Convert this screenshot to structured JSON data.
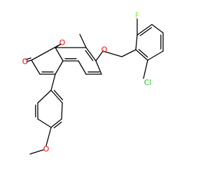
{
  "molecule": {
    "atoms": [
      {
        "id": "O_carbonyl",
        "label": "O",
        "color": "#ff0000"
      },
      {
        "id": "O_ring",
        "label": "O",
        "color": "#ff0000"
      },
      {
        "id": "O_ether",
        "label": "O",
        "color": "#ff0000"
      },
      {
        "id": "O_methoxy",
        "label": "O",
        "color": "#ff0000"
      },
      {
        "id": "F",
        "label": "F",
        "color": "#90e050"
      },
      {
        "id": "Cl",
        "label": "Cl",
        "color": "#1fc01f"
      }
    ],
    "bond_color": "#000000"
  }
}
